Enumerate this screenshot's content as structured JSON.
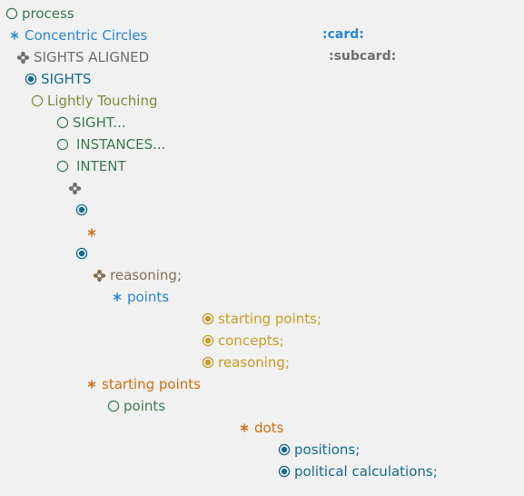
{
  "colors": {
    "background": "#f1f1f1",
    "green": "#3c7a52",
    "blue": "#2a87d6",
    "gray": "#6f6f6f",
    "teal": "#146b8f",
    "olive": "#7c8c3e",
    "brown": "#8a6f52",
    "gold": "#c79d24",
    "orange": "#cf6f13"
  },
  "labels": {
    "card": ":card:",
    "subcard": ":subcard:"
  },
  "tree": [
    {
      "icon": "hollow-circle-icon",
      "label": "process"
    },
    {
      "icon": "asterisk-icon",
      "label": "Concentric Circles"
    },
    {
      "icon": "flower-icon",
      "label": "SIGHTS ALIGNED"
    },
    {
      "icon": "dot-circle-icon",
      "label": "SIGHTS"
    },
    {
      "icon": "hollow-circle-icon",
      "label": "Lightly Touching"
    },
    {
      "icon": "hollow-circle-icon",
      "label": "SIGHT..."
    },
    {
      "icon": "hollow-circle-icon",
      "label": "INSTANCES..."
    },
    {
      "icon": "hollow-circle-icon",
      "label": "INTENT"
    },
    {
      "icon": "flower-icon",
      "label": ""
    },
    {
      "icon": "dot-circle-icon",
      "label": ""
    },
    {
      "icon": "asterisk-icon",
      "label": ""
    },
    {
      "icon": "dot-circle-icon",
      "label": ""
    },
    {
      "icon": "flower-icon",
      "label": "reasoning;"
    },
    {
      "icon": "asterisk-icon",
      "label": "points"
    },
    {
      "icon": "dot-circle-icon",
      "label": "starting points;"
    },
    {
      "icon": "dot-circle-icon",
      "label": "concepts;"
    },
    {
      "icon": "dot-circle-icon",
      "label": "reasoning;"
    },
    {
      "icon": "asterisk-icon",
      "label": "starting points"
    },
    {
      "icon": "hollow-circle-icon",
      "label": "points"
    },
    {
      "icon": "asterisk-icon",
      "label": "dots"
    },
    {
      "icon": "dot-circle-icon",
      "label": "positions;"
    },
    {
      "icon": "dot-circle-icon",
      "label": "political calculations;"
    }
  ]
}
